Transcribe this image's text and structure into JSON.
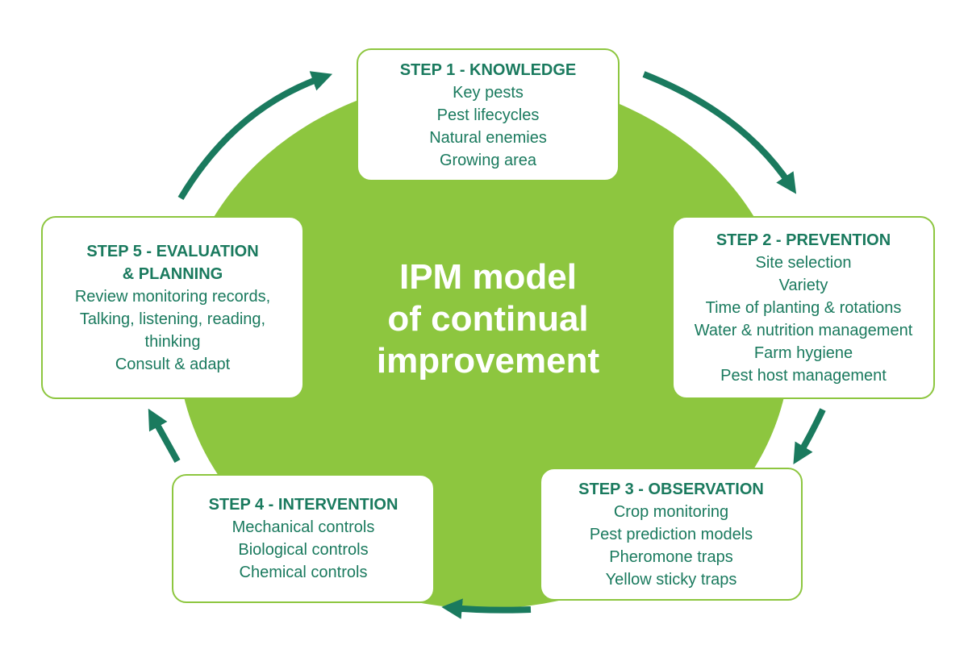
{
  "center": {
    "title": "IPM model\nof continual\nimprovement"
  },
  "steps": [
    {
      "title": "STEP 1 - KNOWLEDGE",
      "items": [
        "Key pests",
        "Pest lifecycles",
        "Natural enemies",
        "Growing area"
      ]
    },
    {
      "title": "STEP 2 - PREVENTION",
      "items": [
        "Site selection",
        "Variety",
        "Time of planting & rotations",
        "Water & nutrition management",
        "Farm hygiene",
        "Pest host management"
      ]
    },
    {
      "title": "STEP 3 - OBSERVATION",
      "items": [
        "Crop monitoring",
        "Pest prediction models",
        "Pheromone traps",
        "Yellow sticky traps"
      ]
    },
    {
      "title": "STEP 4 - INTERVENTION",
      "items": [
        "Mechanical controls",
        "Biological controls",
        "Chemical controls"
      ]
    },
    {
      "title": "STEP 5 - EVALUATION\n& PLANNING",
      "items": [
        "Review monitoring records,",
        "Talking, listening, reading,",
        "thinking",
        "Consult & adapt"
      ]
    }
  ],
  "colors": {
    "circle": "#8dc63f",
    "text": "#1a7a5e",
    "arrow": "#1a7a5e",
    "border": "#8dc63f"
  }
}
